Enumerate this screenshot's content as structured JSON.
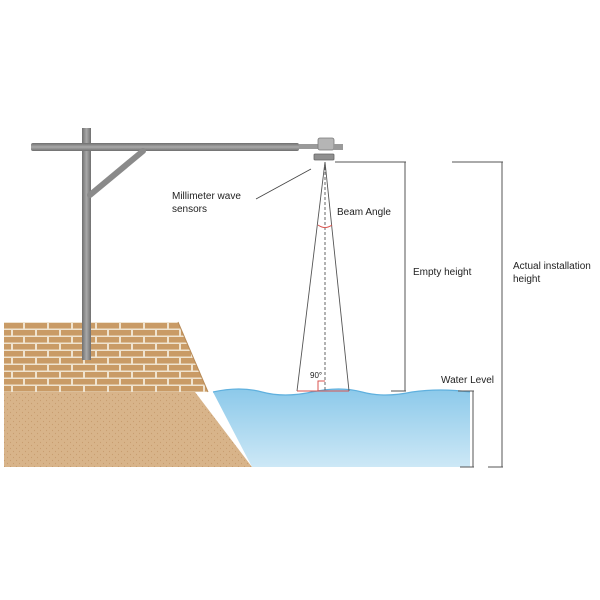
{
  "labels": {
    "sensor_line1": "Millimeter wave",
    "sensor_line2": "sensors",
    "beam_angle": "Beam Angle",
    "empty_height": "Empty height",
    "actual_line1": "Actual installation",
    "actual_line2": "height",
    "water_level": "Water Level",
    "right_angle": "90°"
  },
  "colors": {
    "water_top": "#8cc9ea",
    "water_bottom": "#cde8f6",
    "brick": "#c99b66",
    "mortar": "#efe3cf",
    "embankment": "#d8b48a",
    "pole": "#8a8a8a",
    "dimension_line": "#555555",
    "angle_marker": "#d9534f"
  },
  "icons": [
    "sensor-mount-icon"
  ]
}
